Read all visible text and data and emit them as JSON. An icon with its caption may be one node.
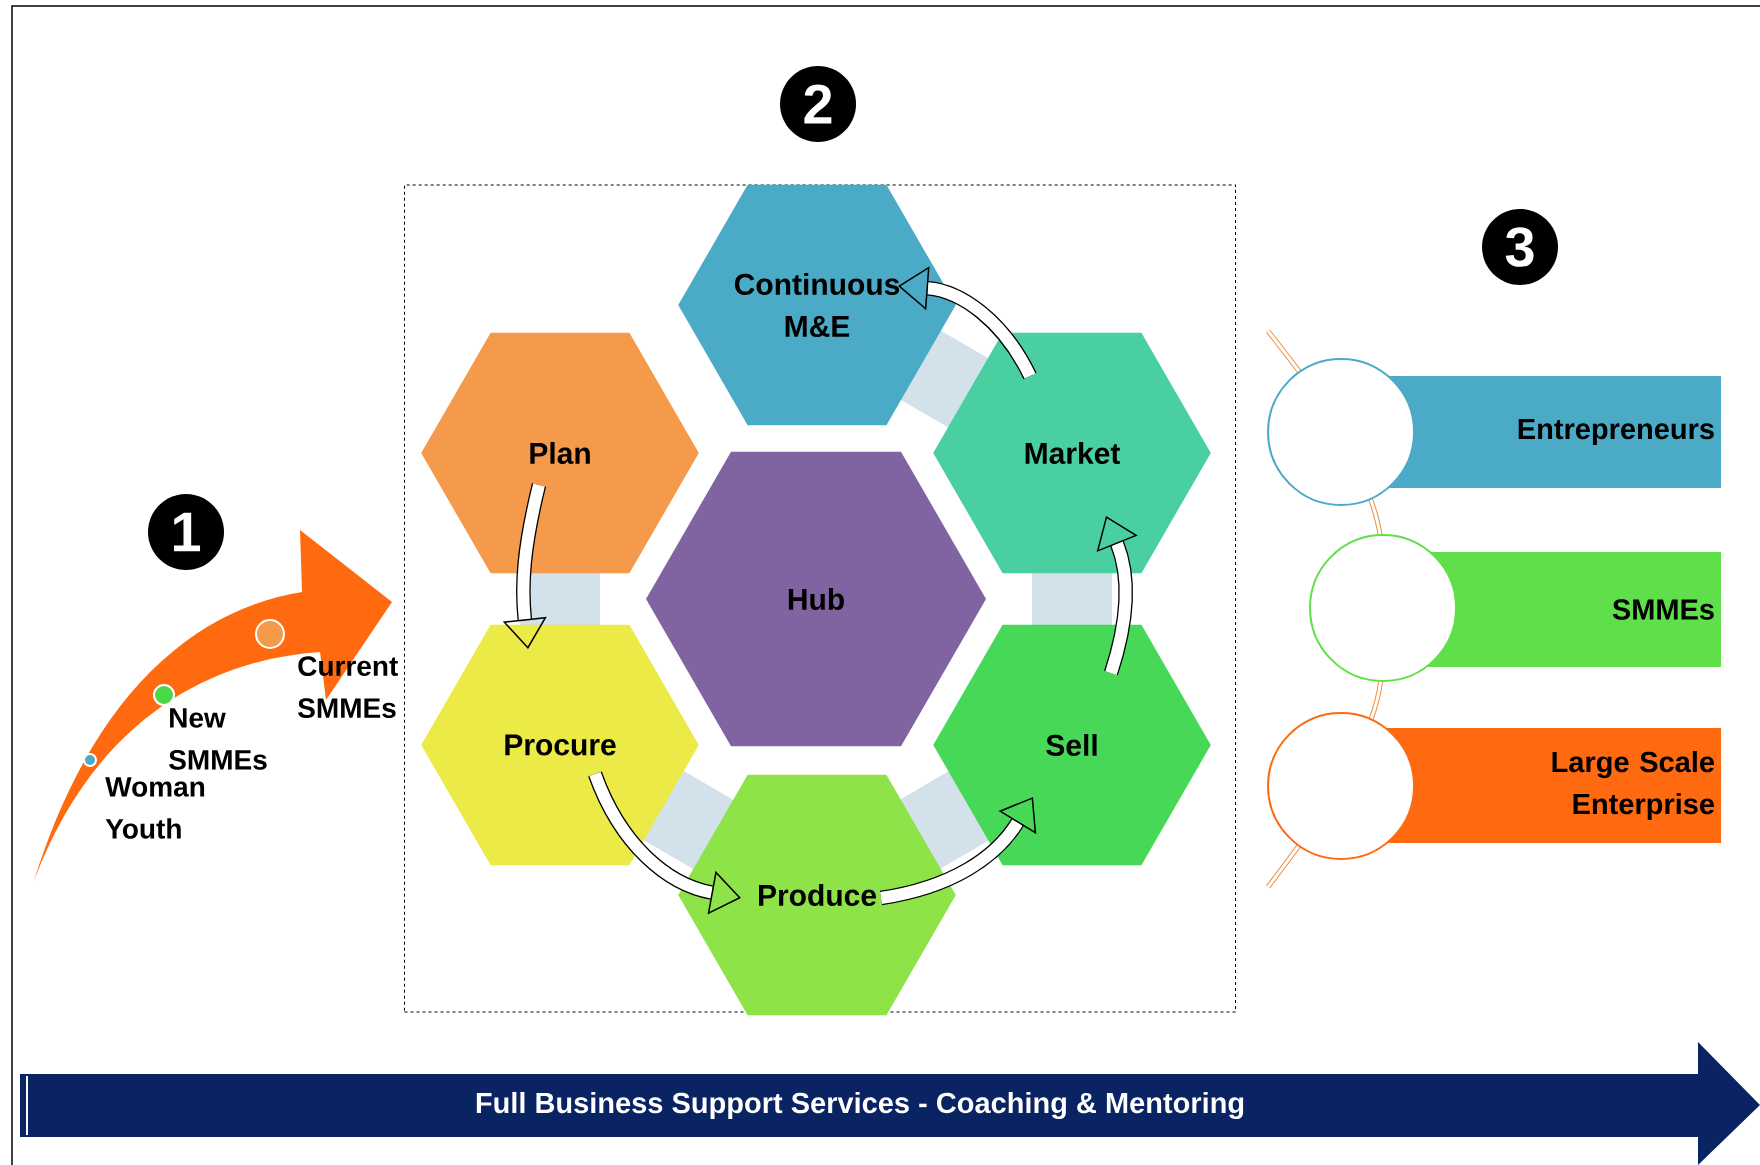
{
  "diagram": {
    "nodes": [
      {
        "text": [],
        "shape": "box"
      },
      {
        "text": [
          "Continuous M&E"
        ],
        "in": 0
      },
      {
        "text": [
          "Plan"
        ],
        "in": 0
      },
      {
        "text": [
          "Market"
        ],
        "in": 0
      },
      {
        "text": [
          "Hub"
        ],
        "in": 0
      },
      {
        "text": [
          "Procure"
        ],
        "in": 0
      },
      {
        "text": [
          "Sell"
        ],
        "in": 0
      },
      {
        "text": [
          "Produce"
        ],
        "in": 0
      },
      {
        "text": [
          "Entrepreneurs"
        ]
      },
      {
        "text": [
          "SMMEs"
        ]
      },
      {
        "text": [
          "Large Scale Enterprise"
        ]
      },
      {
        "text": [
          "Full Business Support Services - Coaching & Mentoring"
        ]
      }
    ],
    "edges": [
      {
        "from": 2,
        "to": 5,
        "arrow": "to"
      },
      {
        "from": 5,
        "to": 7,
        "arrow": "to"
      },
      {
        "from": 7,
        "to": 6,
        "arrow": "to"
      },
      {
        "from": 6,
        "to": 3,
        "arrow": "to"
      },
      {
        "from": 3,
        "to": 1,
        "arrow": "to"
      }
    ],
    "labels": [
      "2",
      "3",
      "1",
      "Current SMMEs",
      "New SMMEs",
      "Woman Youth"
    ]
  }
}
